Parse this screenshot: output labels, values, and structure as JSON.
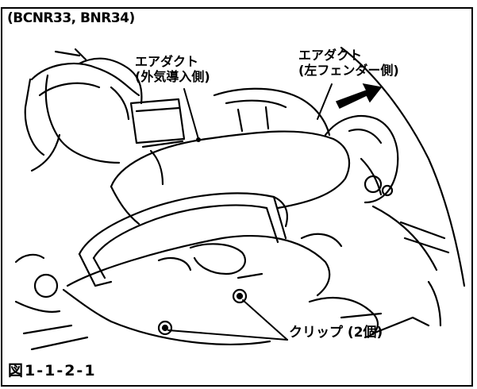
{
  "header": {
    "model_label": "(BCNR33, BNR34)"
  },
  "callouts": {
    "air_duct_intake": {
      "line1": "エアダクト",
      "line2": "(外気導入側)"
    },
    "air_duct_fender": {
      "line1": "エアダクト",
      "line2": "(左フェンダー側)"
    },
    "clip": "クリップ (2個)"
  },
  "caption": {
    "figure_number": "図1-1-2-1"
  }
}
